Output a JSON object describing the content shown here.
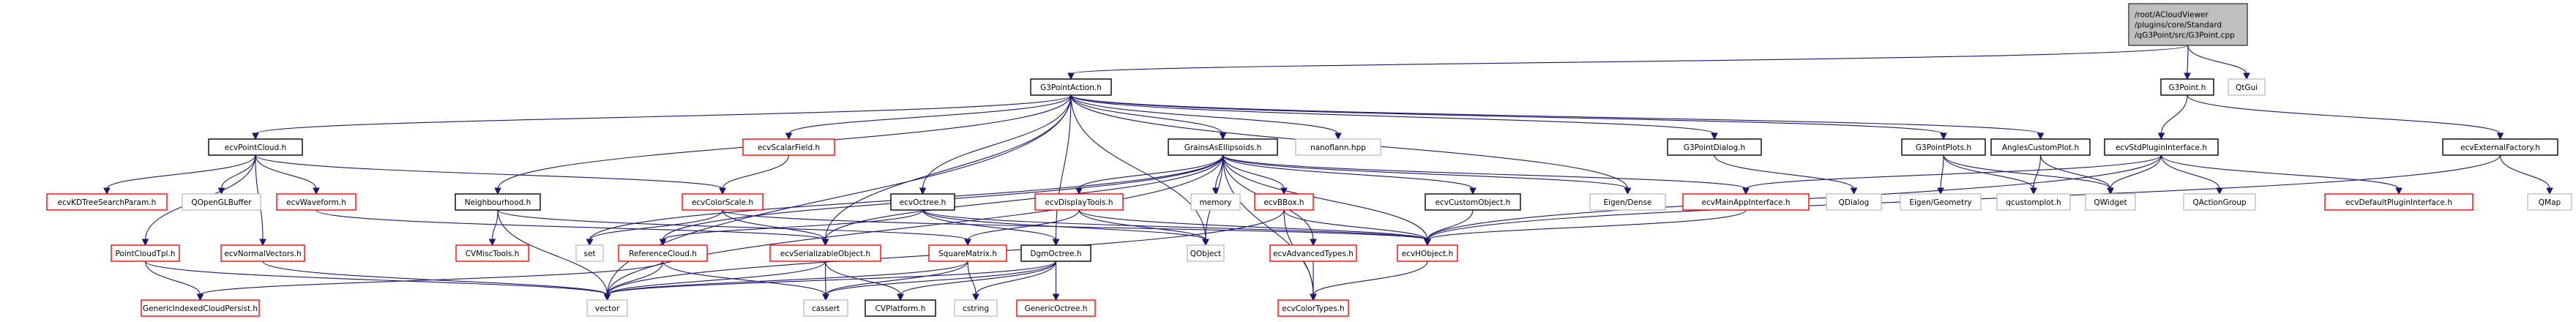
{
  "diagram": {
    "type": "include-dependency-graph",
    "colors": {
      "edge": "#191970",
      "root_fill": "#bfbfbf",
      "root_border": "#404040",
      "documented_border": "#000000",
      "undocumented_border": "#ff0000",
      "external_border": "#bfbfbf"
    },
    "nodes": [
      {
        "id": "root",
        "label": [
          "/root/ACloudViewer",
          "/plugins/core/Standard",
          "/qG3Point/src/G3Point.cpp"
        ],
        "kind": "root"
      },
      {
        "id": "G3PointAction",
        "label": [
          "G3PointAction.h"
        ],
        "kind": "documented"
      },
      {
        "id": "G3Point",
        "label": [
          "G3Point.h"
        ],
        "kind": "documented"
      },
      {
        "id": "QtGui",
        "label": [
          "QtGui"
        ],
        "kind": "external"
      },
      {
        "id": "ecvPointCloud",
        "label": [
          "ecvPointCloud.h"
        ],
        "kind": "documented"
      },
      {
        "id": "ecvScalarField",
        "label": [
          "ecvScalarField.h"
        ],
        "kind": "truncated"
      },
      {
        "id": "GrainsAsEllipsoids",
        "label": [
          "GrainsAsEllipsoids.h"
        ],
        "kind": "documented"
      },
      {
        "id": "nanoflann",
        "label": [
          "nanoflann.hpp"
        ],
        "kind": "external"
      },
      {
        "id": "G3PointDialog",
        "label": [
          "G3PointDialog.h"
        ],
        "kind": "documented"
      },
      {
        "id": "G3PointPlots",
        "label": [
          "G3PointPlots.h"
        ],
        "kind": "documented"
      },
      {
        "id": "AnglesCustomPlot",
        "label": [
          "AnglesCustomPlot.h"
        ],
        "kind": "documented"
      },
      {
        "id": "ecvStdPluginInterface",
        "label": [
          "ecvStdPluginInterface.h"
        ],
        "kind": "documented"
      },
      {
        "id": "ecvExternalFactory",
        "label": [
          "ecvExternalFactory.h"
        ],
        "kind": "documented"
      },
      {
        "id": "ecvKDTreeSearchParam",
        "label": [
          "ecvKDTreeSearchParam.h"
        ],
        "kind": "truncated"
      },
      {
        "id": "QOpenGLBuffer",
        "label": [
          "QOpenGLBuffer"
        ],
        "kind": "external"
      },
      {
        "id": "ecvWaveform",
        "label": [
          "ecvWaveform.h"
        ],
        "kind": "truncated"
      },
      {
        "id": "Neighbourhood",
        "label": [
          "Neighbourhood.h"
        ],
        "kind": "documented"
      },
      {
        "id": "ecvColorScale",
        "label": [
          "ecvColorScale.h"
        ],
        "kind": "truncated"
      },
      {
        "id": "ecvOctree",
        "label": [
          "ecvOctree.h"
        ],
        "kind": "documented"
      },
      {
        "id": "ecvDisplayTools",
        "label": [
          "ecvDisplayTools.h"
        ],
        "kind": "truncated"
      },
      {
        "id": "memory",
        "label": [
          "memory"
        ],
        "kind": "external"
      },
      {
        "id": "ecvBBox",
        "label": [
          "ecvBBox.h"
        ],
        "kind": "truncated"
      },
      {
        "id": "ecvCustomObject",
        "label": [
          "ecvCustomObject.h"
        ],
        "kind": "documented"
      },
      {
        "id": "EigenDense",
        "label": [
          "Eigen/Dense"
        ],
        "kind": "external"
      },
      {
        "id": "ecvMainAppInterface",
        "label": [
          "ecvMainAppInterface.h"
        ],
        "kind": "truncated"
      },
      {
        "id": "QDialog",
        "label": [
          "QDialog"
        ],
        "kind": "external"
      },
      {
        "id": "EigenGeometry",
        "label": [
          "Eigen/Geometry"
        ],
        "kind": "external"
      },
      {
        "id": "qcustomplot",
        "label": [
          "qcustomplot.h"
        ],
        "kind": "external"
      },
      {
        "id": "QWidget",
        "label": [
          "QWidget"
        ],
        "kind": "external"
      },
      {
        "id": "QActionGroup",
        "label": [
          "QActionGroup"
        ],
        "kind": "external"
      },
      {
        "id": "ecvDefaultPluginInterface",
        "label": [
          "ecvDefaultPluginInterface.h"
        ],
        "kind": "truncated"
      },
      {
        "id": "QMap",
        "label": [
          "QMap"
        ],
        "kind": "external"
      },
      {
        "id": "PointCloudTpl",
        "label": [
          "PointCloudTpl.h"
        ],
        "kind": "truncated"
      },
      {
        "id": "ecvNormalVectors",
        "label": [
          "ecvNormalVectors.h"
        ],
        "kind": "truncated"
      },
      {
        "id": "CVMiscTools",
        "label": [
          "CVMiscTools.h"
        ],
        "kind": "truncated"
      },
      {
        "id": "set",
        "label": [
          "set"
        ],
        "kind": "external"
      },
      {
        "id": "ReferenceCloud",
        "label": [
          "ReferenceCloud.h"
        ],
        "kind": "truncated"
      },
      {
        "id": "ecvSerializableObject",
        "label": [
          "ecvSerializableObject.h"
        ],
        "kind": "truncated"
      },
      {
        "id": "SquareMatrix",
        "label": [
          "SquareMatrix.h"
        ],
        "kind": "truncated"
      },
      {
        "id": "DgmOctree",
        "label": [
          "DgmOctree.h"
        ],
        "kind": "documented"
      },
      {
        "id": "QObject",
        "label": [
          "QObject"
        ],
        "kind": "external"
      },
      {
        "id": "ecvAdvancedTypes",
        "label": [
          "ecvAdvancedTypes.h"
        ],
        "kind": "truncated"
      },
      {
        "id": "ecvHObject",
        "label": [
          "ecvHObject.h"
        ],
        "kind": "truncated"
      },
      {
        "id": "GenericIndexedCloudPersist",
        "label": [
          "GenericIndexedCloudPersist.h"
        ],
        "kind": "truncated"
      },
      {
        "id": "vector",
        "label": [
          "vector"
        ],
        "kind": "external"
      },
      {
        "id": "cassert",
        "label": [
          "cassert"
        ],
        "kind": "external"
      },
      {
        "id": "CVPlatform",
        "label": [
          "CVPlatform.h"
        ],
        "kind": "documented"
      },
      {
        "id": "cstring",
        "label": [
          "cstring"
        ],
        "kind": "external"
      },
      {
        "id": "GenericOctree",
        "label": [
          "GenericOctree.h"
        ],
        "kind": "truncated"
      },
      {
        "id": "ecvColorTypes",
        "label": [
          "ecvColorTypes.h"
        ],
        "kind": "truncated"
      }
    ],
    "edges": [
      [
        "root",
        "G3PointAction"
      ],
      [
        "root",
        "G3Point"
      ],
      [
        "root",
        "QtGui"
      ],
      [
        "G3PointAction",
        "ecvPointCloud"
      ],
      [
        "G3PointAction",
        "ecvScalarField"
      ],
      [
        "G3PointAction",
        "GrainsAsEllipsoids"
      ],
      [
        "G3PointAction",
        "nanoflann"
      ],
      [
        "G3PointAction",
        "G3PointDialog"
      ],
      [
        "G3PointAction",
        "G3PointPlots"
      ],
      [
        "G3PointAction",
        "AnglesCustomPlot"
      ],
      [
        "G3PointAction",
        "Neighbourhood"
      ],
      [
        "G3PointAction",
        "ecvOctree"
      ],
      [
        "G3PointAction",
        "vector"
      ],
      [
        "G3PointAction",
        "QObject"
      ],
      [
        "G3PointAction",
        "EigenDense"
      ],
      [
        "G3PointAction",
        "ecvSerializableObject"
      ],
      [
        "G3PointAction",
        "DgmOctree"
      ],
      [
        "G3Point",
        "ecvStdPluginInterface"
      ],
      [
        "G3Point",
        "ecvExternalFactory"
      ],
      [
        "ecvPointCloud",
        "ecvKDTreeSearchParam"
      ],
      [
        "ecvPointCloud",
        "QOpenGLBuffer"
      ],
      [
        "ecvPointCloud",
        "ecvWaveform"
      ],
      [
        "ecvPointCloud",
        "PointCloudTpl"
      ],
      [
        "ecvPointCloud",
        "ecvNormalVectors"
      ],
      [
        "ecvPointCloud",
        "ecvColorScale"
      ],
      [
        "ecvWaveform",
        "ecvSerializableObject"
      ],
      [
        "ecvScalarField",
        "ecvColorScale"
      ],
      [
        "GrainsAsEllipsoids",
        "ecvDisplayTools"
      ],
      [
        "GrainsAsEllipsoids",
        "memory"
      ],
      [
        "GrainsAsEllipsoids",
        "ecvBBox"
      ],
      [
        "GrainsAsEllipsoids",
        "ecvCustomObject"
      ],
      [
        "GrainsAsEllipsoids",
        "EigenDense"
      ],
      [
        "GrainsAsEllipsoids",
        "ecvMainAppInterface"
      ],
      [
        "GrainsAsEllipsoids",
        "set"
      ],
      [
        "GrainsAsEllipsoids",
        "vector"
      ],
      [
        "GrainsAsEllipsoids",
        "QObject"
      ],
      [
        "GrainsAsEllipsoids",
        "ecvHObject"
      ],
      [
        "GrainsAsEllipsoids",
        "ecvAdvancedTypes"
      ],
      [
        "GrainsAsEllipsoids",
        "ecvColorTypes"
      ],
      [
        "GrainsAsEllipsoids",
        "ReferenceCloud"
      ],
      [
        "GrainsAsEllipsoids",
        "ecvSerializableObject"
      ],
      [
        "G3PointDialog",
        "QDialog"
      ],
      [
        "G3PointPlots",
        "EigenGeometry"
      ],
      [
        "G3PointPlots",
        "qcustomplot"
      ],
      [
        "G3PointPlots",
        "QWidget"
      ],
      [
        "AnglesCustomPlot",
        "qcustomplot"
      ],
      [
        "AnglesCustomPlot",
        "QWidget"
      ],
      [
        "ecvStdPluginInterface",
        "ecvMainAppInterface"
      ],
      [
        "ecvStdPluginInterface",
        "QWidget"
      ],
      [
        "ecvStdPluginInterface",
        "QActionGroup"
      ],
      [
        "ecvStdPluginInterface",
        "ecvDefaultPluginInterface"
      ],
      [
        "ecvStdPluginInterface",
        "ecvHObject"
      ],
      [
        "ecvExternalFactory",
        "QMap"
      ],
      [
        "ecvExternalFactory",
        "ecvHObject"
      ],
      [
        "Neighbourhood",
        "CVMiscTools"
      ],
      [
        "Neighbourhood",
        "vector"
      ],
      [
        "Neighbourhood",
        "SquareMatrix"
      ],
      [
        "ecvColorScale",
        "set"
      ],
      [
        "ecvColorScale",
        "ecvSerializableObject"
      ],
      [
        "ecvColorScale",
        "ecvHObject"
      ],
      [
        "ecvOctree",
        "DgmOctree"
      ],
      [
        "ecvOctree",
        "QObject"
      ],
      [
        "ecvOctree",
        "ecvHObject"
      ],
      [
        "ecvOctree",
        "ReferenceCloud"
      ],
      [
        "ecvDisplayTools",
        "QObject"
      ],
      [
        "ecvDisplayTools",
        "ecvHObject"
      ],
      [
        "ecvDisplayTools",
        "SquareMatrix"
      ],
      [
        "ecvBBox",
        "ecvHObject"
      ],
      [
        "ecvBBox",
        "vector"
      ],
      [
        "ecvBBox",
        "ecvColorTypes"
      ],
      [
        "ecvCustomObject",
        "ecvHObject"
      ],
      [
        "ecvMainAppInterface",
        "ecvHObject"
      ],
      [
        "PointCloudTpl",
        "GenericIndexedCloudPersist"
      ],
      [
        "PointCloudTpl",
        "vector"
      ],
      [
        "ecvNormalVectors",
        "vector"
      ],
      [
        "ReferenceCloud",
        "GenericIndexedCloudPersist"
      ],
      [
        "ReferenceCloud",
        "vector"
      ],
      [
        "ReferenceCloud",
        "cassert"
      ],
      [
        "ecvSerializableObject",
        "cassert"
      ],
      [
        "ecvSerializableObject",
        "CVPlatform"
      ],
      [
        "ecvSerializableObject",
        "vector"
      ],
      [
        "SquareMatrix",
        "cassert"
      ],
      [
        "SquareMatrix",
        "cstring"
      ],
      [
        "SquareMatrix",
        "vector"
      ],
      [
        "DgmOctree",
        "GenericOctree"
      ],
      [
        "DgmOctree",
        "cstring"
      ],
      [
        "DgmOctree",
        "CVPlatform"
      ],
      [
        "DgmOctree",
        "vector"
      ],
      [
        "DgmOctree",
        "cassert"
      ],
      [
        "ecvAdvancedTypes",
        "ecvColorTypes"
      ],
      [
        "ecvHObject",
        "ecvColorTypes"
      ]
    ]
  }
}
